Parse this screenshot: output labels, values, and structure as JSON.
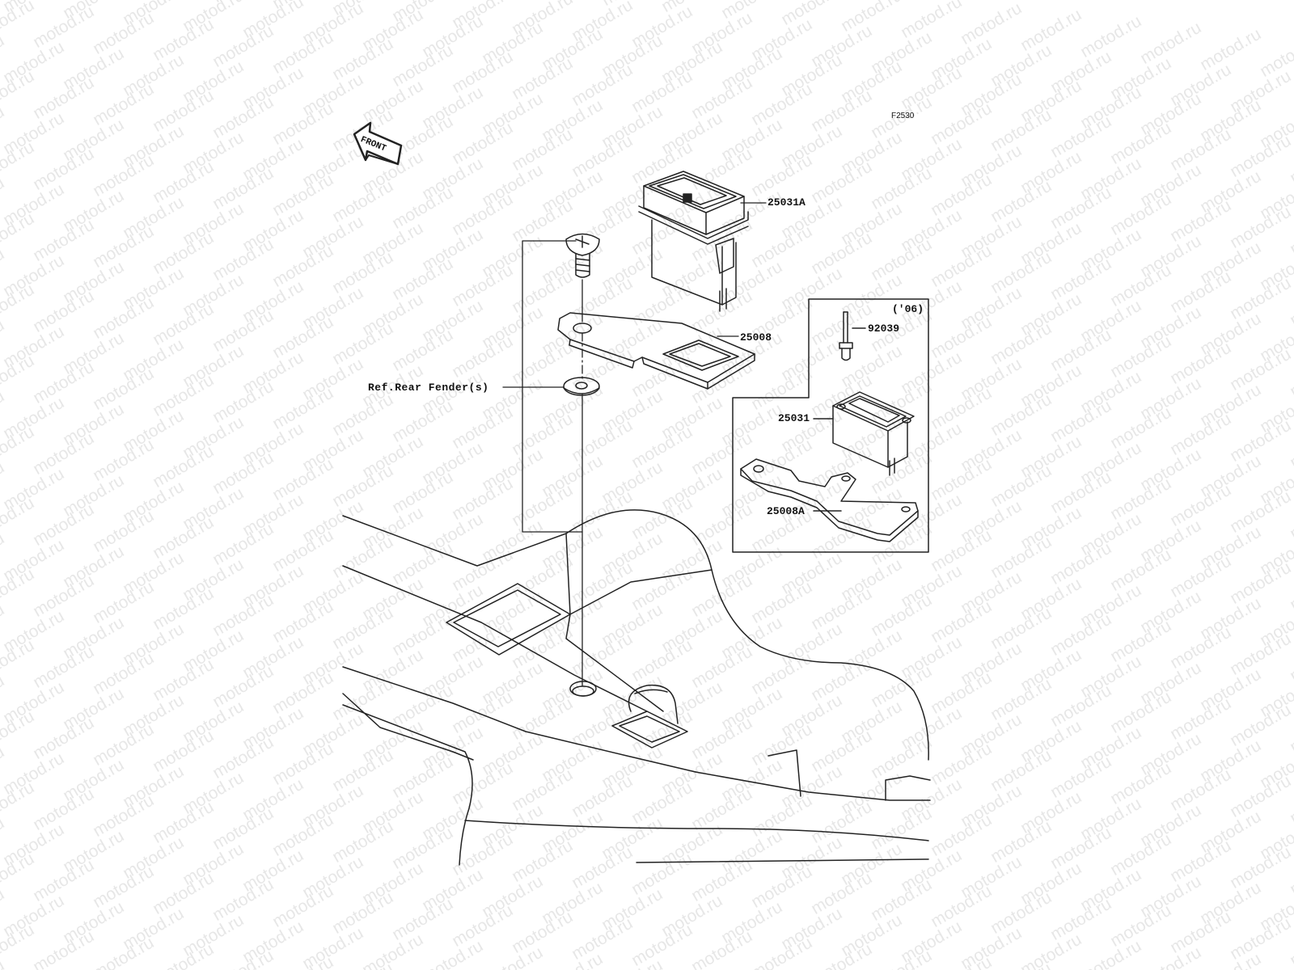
{
  "watermark": {
    "text": "motod.ru",
    "color": "#e7e7e7"
  },
  "figure_code": "F2530",
  "front_arrow": {
    "text": "FRONT",
    "icon": "front-direction-arrow-icon"
  },
  "callouts": {
    "p25031A": "25031A",
    "p25008": "25008",
    "ref_rear_fender": "Ref.Rear Fender(s)",
    "year_note": "('06)",
    "p92039": "92039",
    "p25031": "25031",
    "p25008A": "25008A"
  },
  "line_color": "#222222"
}
